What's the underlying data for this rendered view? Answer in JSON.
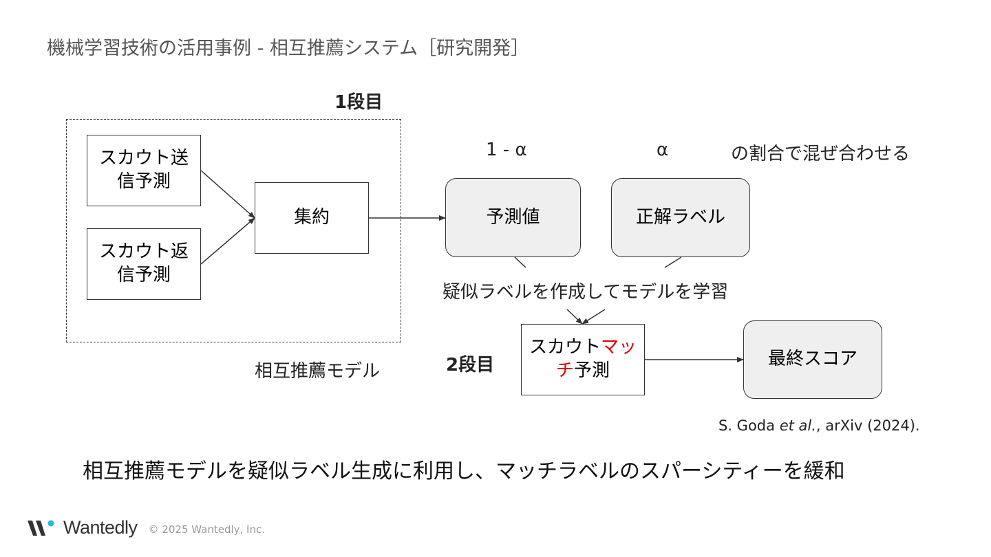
{
  "title": "機械学習技術の活用事例 - 相互推薦システム［研究開発］",
  "stage1": {
    "label": "1段目",
    "group_label": "相互推薦モデル"
  },
  "boxes": {
    "scout_send": {
      "line1": "スカウト送",
      "line2": "信予測"
    },
    "scout_reply": {
      "line1": "スカウト返",
      "line2": "信予測"
    },
    "aggregate": {
      "label": "集約"
    },
    "predicted_value": {
      "label": "予測値"
    },
    "correct_label": {
      "label": "正解ラベル"
    },
    "scout_match": {
      "line1_prefix": "スカウト",
      "line1_red": "マッ",
      "line2_red": "チ",
      "line2_suffix": "予測"
    },
    "final_score": {
      "label": "最終スコア"
    }
  },
  "mixing": {
    "weight_pred": "1 - α",
    "weight_label": "α",
    "description": "の割合で混ぜ合わせる",
    "pseudo_label_text": "疑似ラベルを作成してモデルを学習"
  },
  "stage2": {
    "label": "2段目"
  },
  "citation": {
    "authors": "S. Goda ",
    "etal": "et al.",
    "rest": ", arXiv (2024)."
  },
  "headline": "相互推薦モデルを疑似ラベル生成に利用し、マッチラベルのスパーシティーを緩和",
  "footer": {
    "logo": "Wantedly",
    "copyright": "© 2025 Wantedly, Inc."
  },
  "colors": {
    "accent_red": "#e00000",
    "box_gray": "#efefef",
    "brand_teal": "#21bddb"
  }
}
